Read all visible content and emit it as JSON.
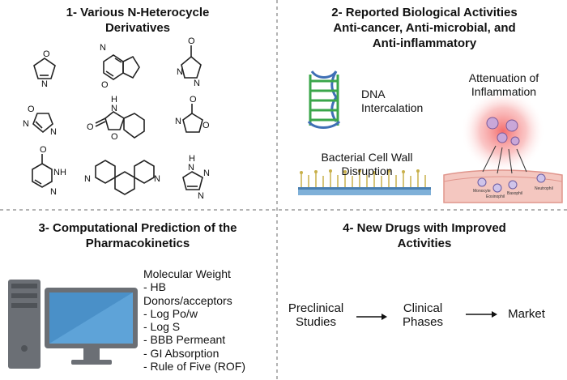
{
  "panels": {
    "p1": {
      "title_line1": "1- Various N-Heterocycle",
      "title_line2": "Derivatives"
    },
    "p2": {
      "title_line1": "2- Reported Biological Activities",
      "title_line2": "Anti-cancer, Anti-microbial, and",
      "title_line3": "Anti-inflammatory",
      "dna_line1": "DNA",
      "dna_line2": "Intercalation",
      "wall_line1": "Bacterial Cell Wall",
      "wall_line2": "Disruption",
      "inflam_line1": "Attenuation of",
      "inflam_line2": "Inflammation",
      "cells": {
        "monocyte": "Monocyte",
        "eosinophil": "Eosinophil",
        "basophil": "Basophil",
        "neutrophil": "Neutrophil"
      }
    },
    "p3": {
      "title_line1": "3- Computational Prediction of the",
      "title_line2": "Pharmacokinetics",
      "props": [
        "Molecular Weight",
        "- HB",
        "Donors/acceptors",
        "- Log Po/w",
        "- Log S",
        "- BBB Permeant",
        "- GI Absorption",
        "- Rule of Five (ROF)"
      ]
    },
    "p4": {
      "title_line1": "4- New Drugs with Improved",
      "title_line2": "Activities",
      "step1_line1": "Preclinical",
      "step1_line2": "Studies",
      "step2_line1": "Clinical",
      "step2_line2": "Phases",
      "step3": "Market"
    }
  },
  "molecules": {
    "nh_label": "NH",
    "n_label": "N",
    "o_label": "O",
    "h_label": "H"
  },
  "colors": {
    "divider": "#9a9a9a",
    "dna_green": "#3aa64a",
    "dna_blue": "#3f6fb5",
    "glow": "#f25c5c",
    "tissue": "#f4c7c0",
    "grass": "#c8b04a",
    "monitor": "#6b6f75",
    "screen": "#4a90c8"
  }
}
